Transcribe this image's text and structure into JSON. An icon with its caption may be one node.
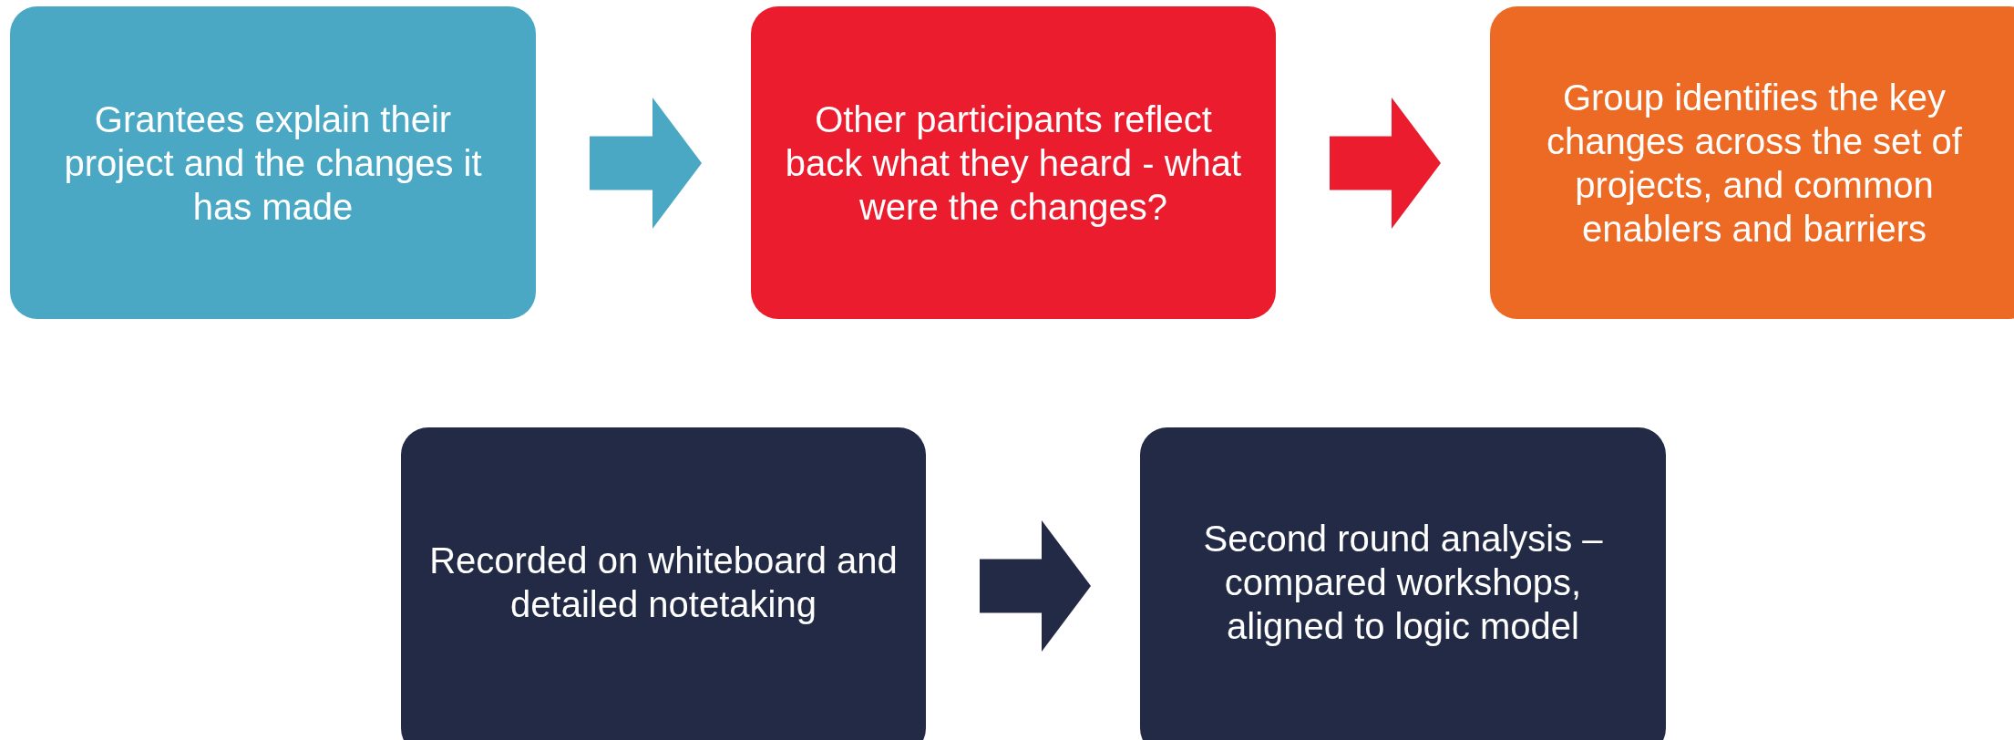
{
  "diagram": {
    "nodes": [
      {
        "text": [
          "Grantees explain their project and the changes it has made"
        ]
      },
      {
        "text": [
          "Other participants reflect back what they heard - what were the changes?"
        ]
      },
      {
        "text": [
          "Group identifies the key changes across the set of projects, and common enablers and barriers"
        ]
      },
      {
        "text": [
          "Recorded on whiteboard and detailed notetaking"
        ]
      },
      {
        "text": [
          "Second round analysis – compared workshops, aligned to logic model"
        ]
      }
    ],
    "edges": [
      {
        "from": 0,
        "to": 1,
        "arrow": "to",
        "color": "#4aa8c5"
      },
      {
        "from": 1,
        "to": 2,
        "arrow": "to",
        "color": "#ea1c2e"
      },
      {
        "from": 3,
        "to": 4,
        "arrow": "to",
        "color": "#222a45"
      }
    ]
  }
}
